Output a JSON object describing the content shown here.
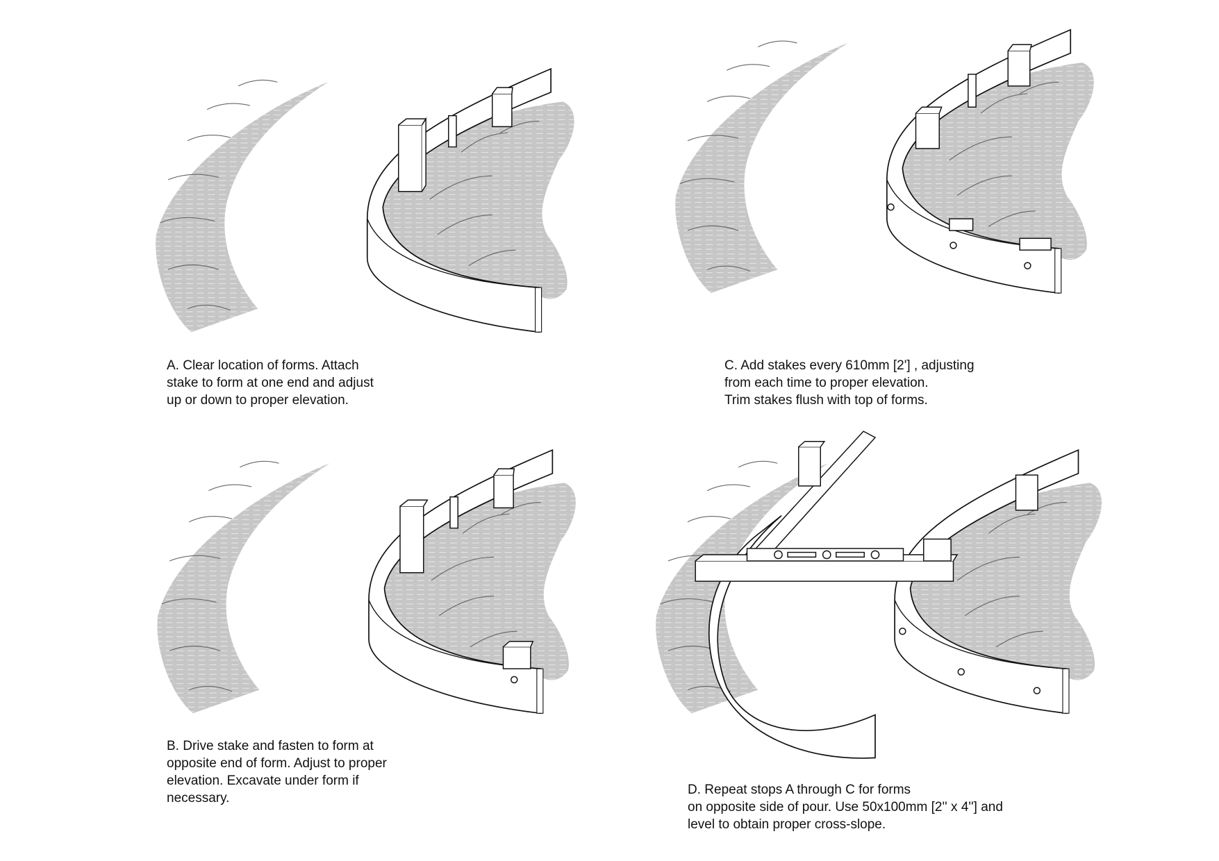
{
  "steps": [
    {
      "id": "A",
      "lines": [
        "A. Clear location of forms. Attach",
        "stake to form at one end and adjust",
        "up or down to proper elevation."
      ]
    },
    {
      "id": "B",
      "lines": [
        "B. Drive stake and fasten to form at",
        "opposite end of form. Adjust to proper",
        "elevation. Excavate under form if",
        "necessary."
      ]
    },
    {
      "id": "C",
      "lines": [
        "C. Add stakes every 610mm [2'] , adjusting",
        "from each time to proper elevation.",
        "Trim stakes flush with top of forms."
      ]
    },
    {
      "id": "D",
      "lines": [
        "D. Repeat stops A through C for forms",
        "on opposite side of pour. Use 50x100mm [2'' x 4''] and",
        "level to obtain proper cross-slope."
      ]
    }
  ],
  "colors": {
    "ground": "#c4c4c4",
    "line": "#111111"
  }
}
